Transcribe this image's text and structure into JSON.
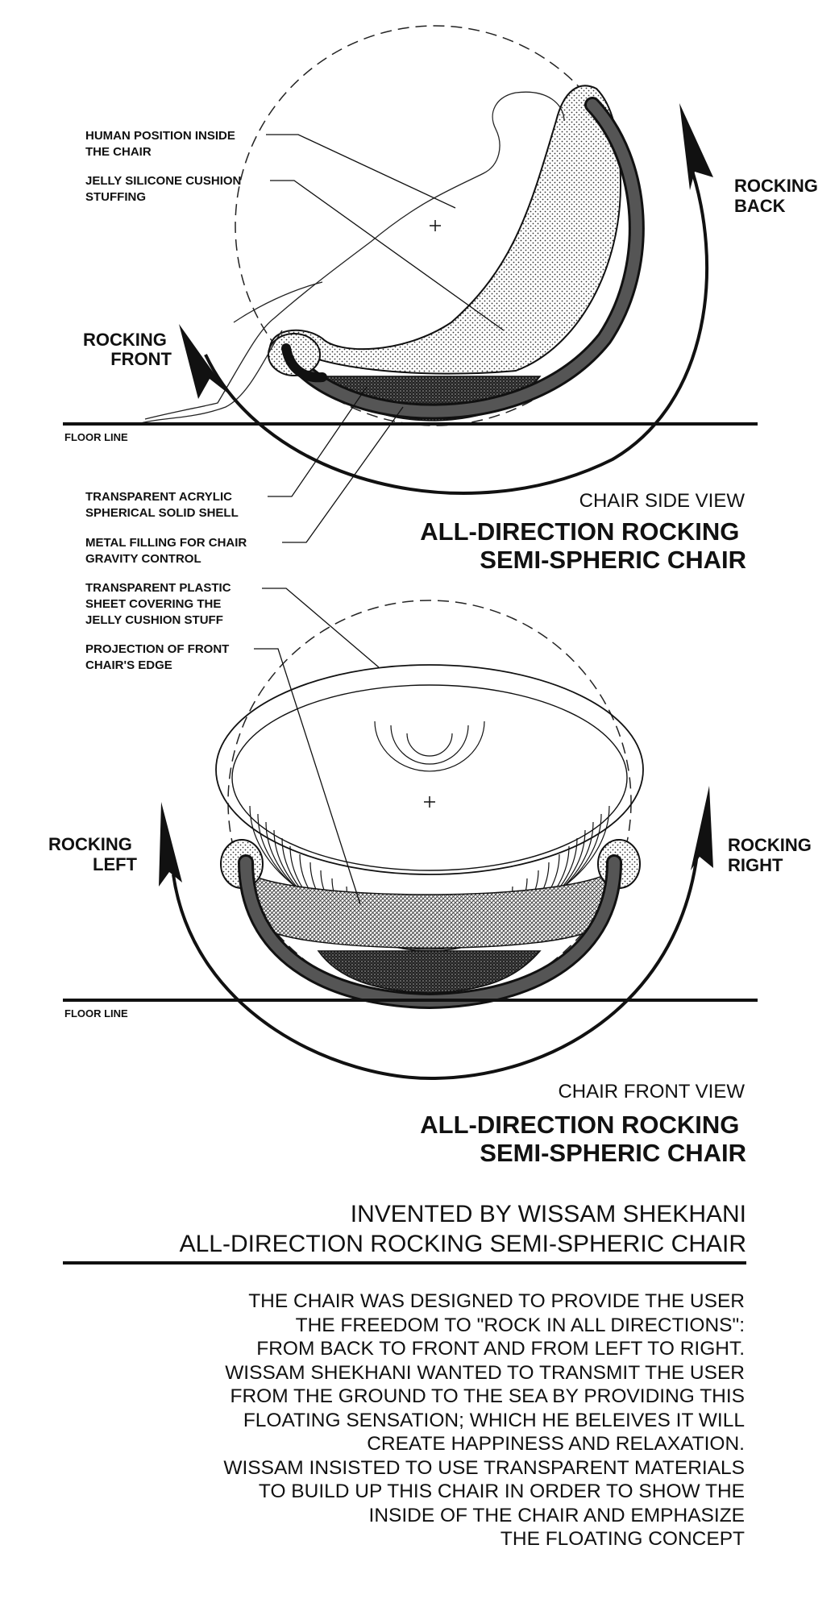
{
  "side_view": {
    "labels": {
      "human_position": [
        "HUMAN POSITION INSIDE",
        "THE CHAIR"
      ],
      "jelly_cushion": [
        "JELLY SILICONE CUSHION",
        "STUFFING"
      ],
      "acrylic_shell": [
        "TRANSPARENT ACRYLIC",
        "SPHERICAL SOLID SHELL"
      ],
      "metal_filling": [
        "METAL FILLING FOR CHAIR",
        "GRAVITY CONTROL"
      ],
      "floor_line": "FLOOR LINE"
    },
    "rocking_front": [
      "ROCKING",
      "FRONT"
    ],
    "rocking_back": [
      "ROCKING",
      "BACK"
    ],
    "view_caption": "CHAIR SIDE VIEW",
    "title": [
      "ALL-DIRECTION ROCKING",
      "SEMI-SPHERIC CHAIR"
    ]
  },
  "front_view": {
    "labels": {
      "plastic_sheet": [
        "TRANSPARENT PLASTIC",
        "SHEET COVERING THE",
        "JELLY CUSHION STUFF"
      ],
      "projection_edge": [
        "PROJECTION OF FRONT",
        "CHAIR'S EDGE"
      ],
      "floor_line": "FLOOR LINE"
    },
    "rocking_left": [
      "ROCKING",
      "LEFT"
    ],
    "rocking_right": [
      "ROCKING",
      "RIGHT"
    ],
    "view_caption": "CHAIR FRONT VIEW",
    "title": [
      "ALL-DIRECTION ROCKING",
      "SEMI-SPHERIC CHAIR"
    ]
  },
  "credit": {
    "line1": "INVENTED BY WISSAM SHEKHANI",
    "line2": "ALL-DIRECTION ROCKING SEMI-SPHERIC CHAIR"
  },
  "description": [
    "THE CHAIR WAS DESIGNED TO PROVIDE THE USER",
    "THE FREEDOM TO \"ROCK IN ALL DIRECTIONS\":",
    "FROM BACK TO FRONT AND FROM LEFT TO RIGHT.",
    "WISSAM SHEKHANI WANTED TO TRANSMIT THE USER",
    "FROM THE GROUND TO THE SEA BY PROVIDING THIS",
    "FLOATING SENSATION; WHICH HE BELEIVES IT WILL",
    "CREATE HAPPINESS AND RELAXATION.",
    "WISSAM INSISTED TO USE TRANSPARENT MATERIALS",
    "TO BUILD UP THIS CHAIR IN ORDER TO SHOW THE",
    "INSIDE OF THE CHAIR AND EMPHASIZE",
    "THE FLOATING CONCEPT"
  ],
  "colors": {
    "ink": "#111111",
    "shell": "#444444",
    "paper": "#ffffff"
  }
}
